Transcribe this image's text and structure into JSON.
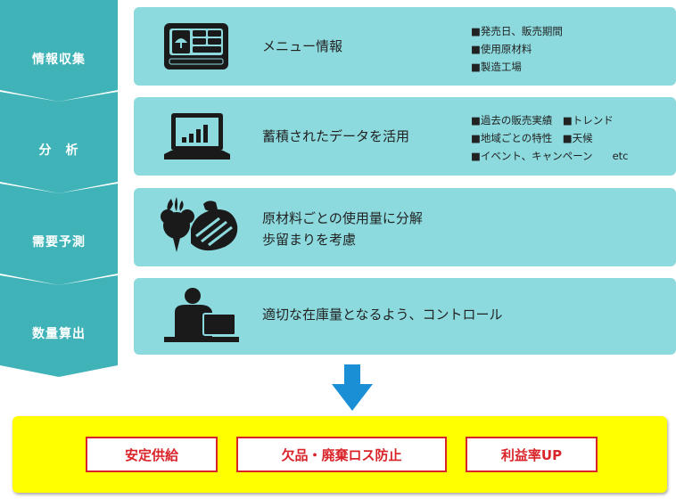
{
  "steps": [
    {
      "label": "情報収集",
      "title": "メニュー情報",
      "icon": "bento-box-icon",
      "notes": [
        "■発売日、販売期間",
        "■使用原材料",
        "■製造工場"
      ]
    },
    {
      "label": "分　析",
      "title": "蓄積されたデータを活用",
      "icon": "laptop-chart-icon",
      "notes": [
        "■過去の販売実績　■トレンド",
        "■地域ごとの特性　■天候",
        "■イベント、キャンペーン"
      ],
      "notes_suffix": "etc"
    },
    {
      "label": "需要予測",
      "title_lines": [
        "原材料ごとの使用量に分解",
        "歩留まりを考慮"
      ],
      "icon": "ingredients-icon"
    },
    {
      "label": "数量算出",
      "title": "適切な在庫量となるよう、コントロール",
      "icon": "person-at-computer-icon"
    }
  ],
  "results": [
    "安定供給",
    "欠品・廃棄ロス防止",
    "利益率UP"
  ],
  "colors": {
    "chevron": "#3fb3b7",
    "card": "#8cdade",
    "arrow": "#1a8fd6",
    "result_bar": "#ffff00",
    "result_border": "#d9242a",
    "icon": "#1a1a1a"
  }
}
